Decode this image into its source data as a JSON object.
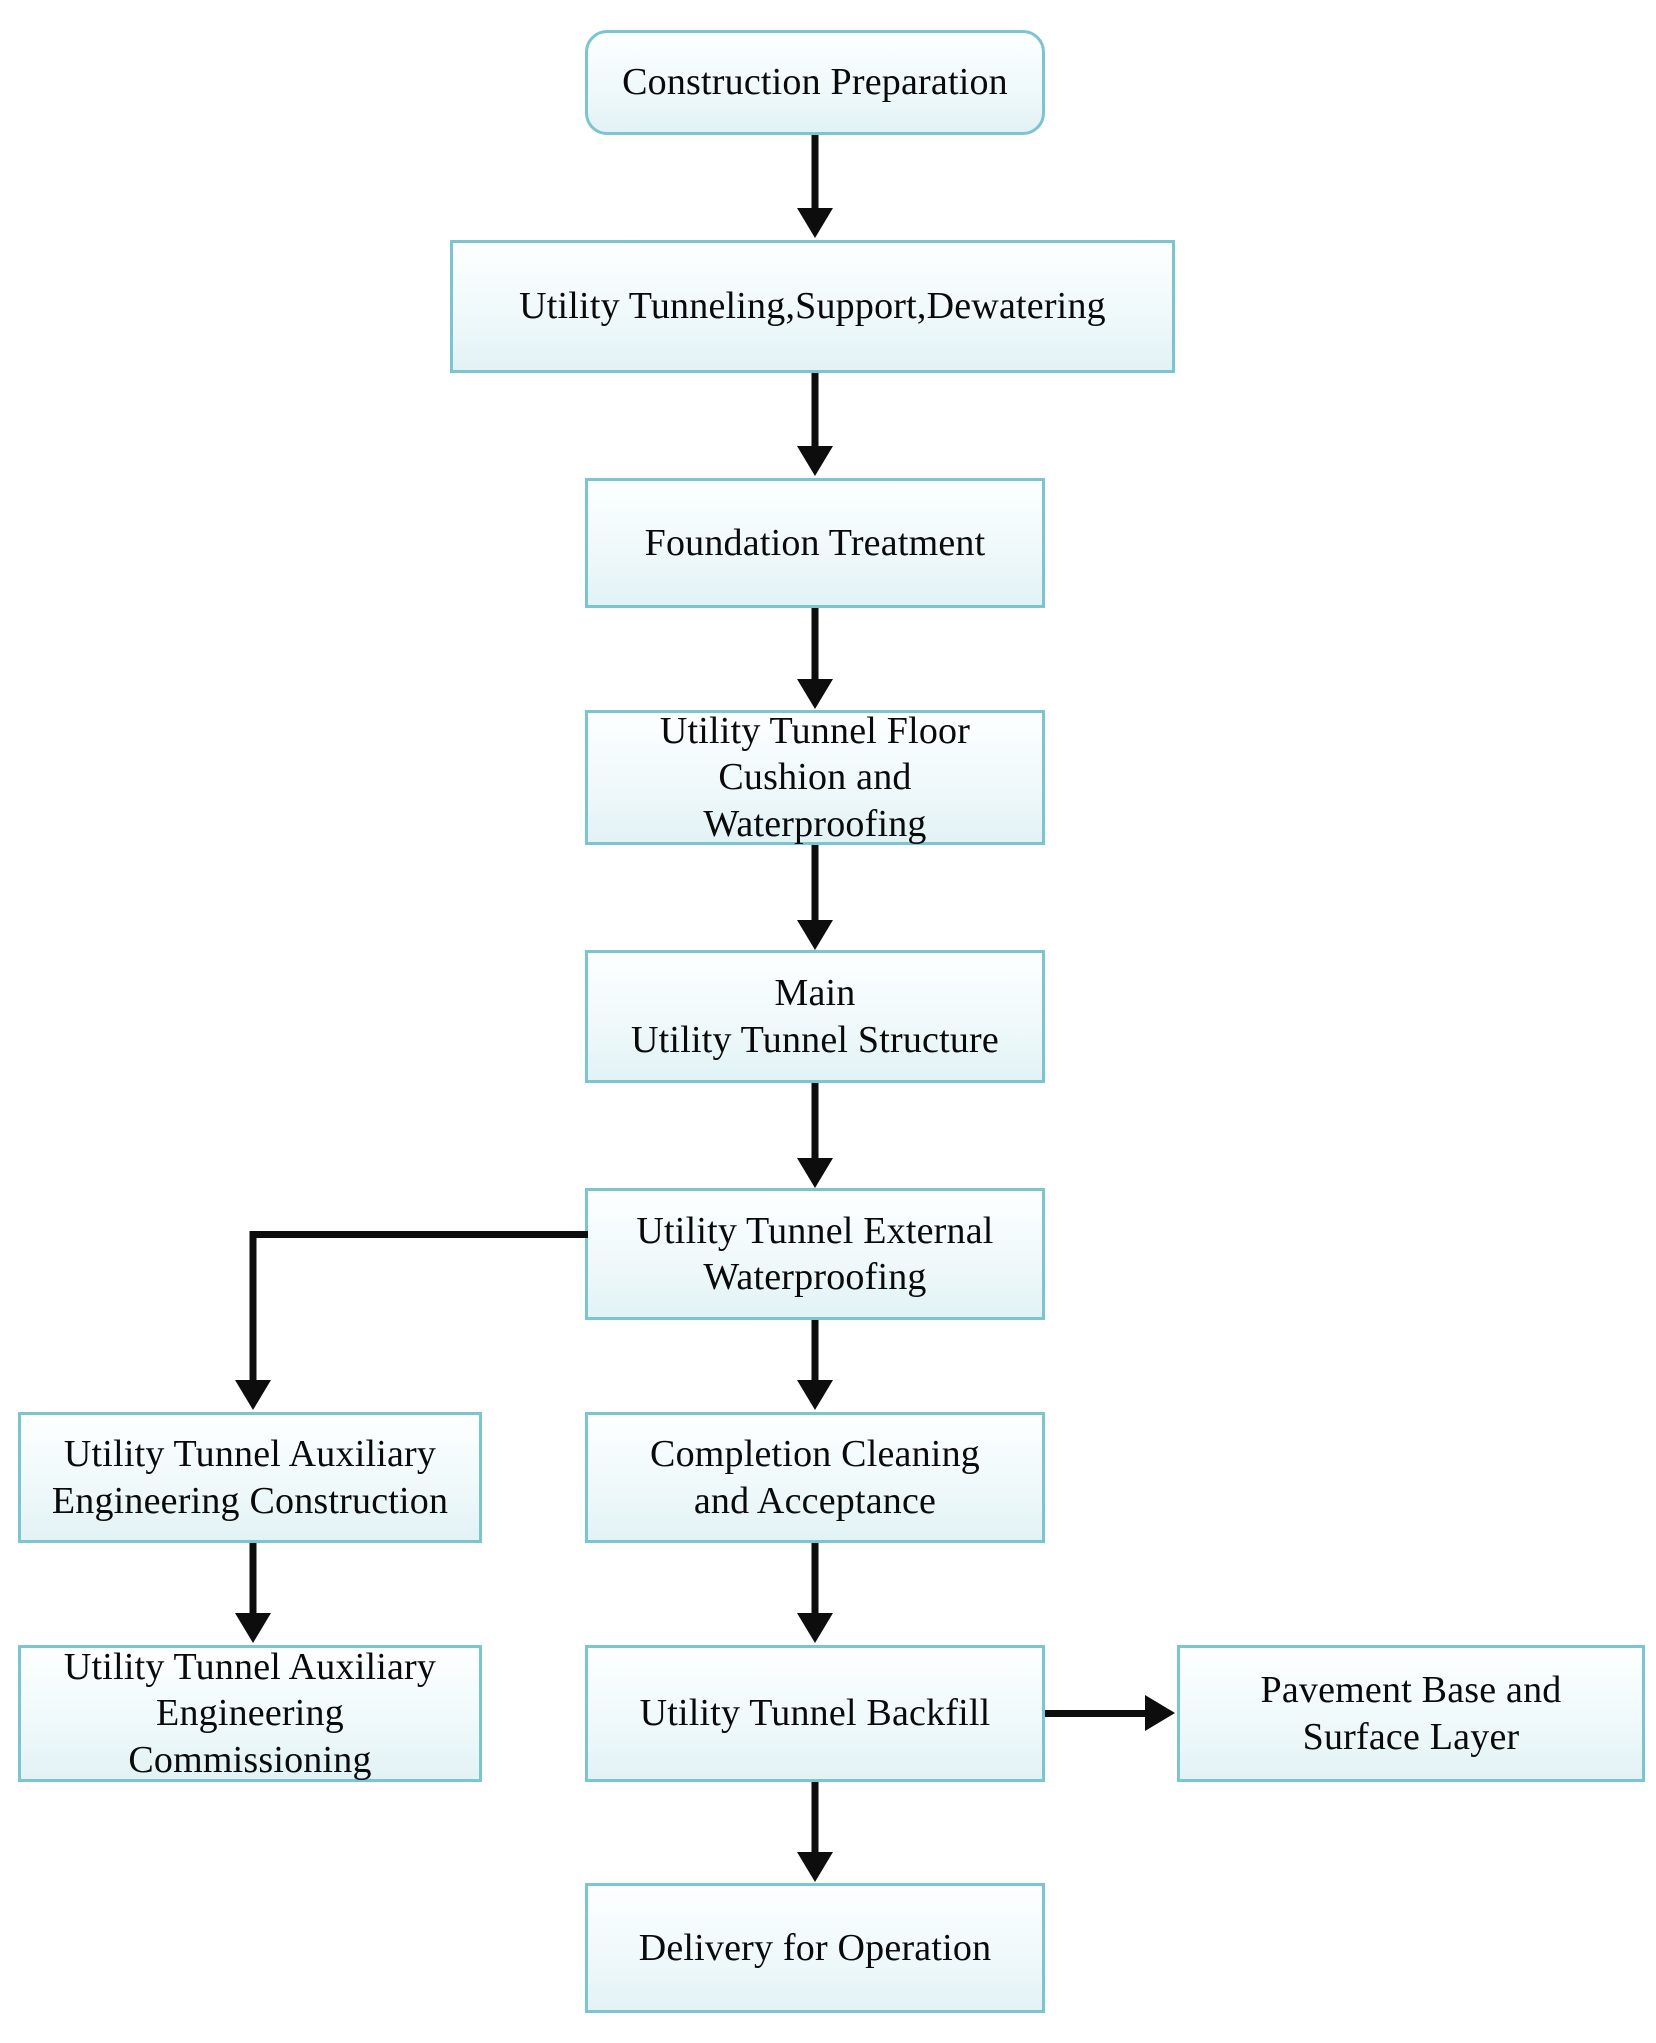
{
  "diagram": {
    "title": "Utility Tunnel Construction Process Flowchart",
    "type": "flowchart",
    "orientation": "top-to-bottom",
    "colors": {
      "node_border": "#7bc5d0",
      "node_fill_top": "#fdffff",
      "node_fill_bottom": "#e2f2f5",
      "connector": "#0d0d0d",
      "text": "#0a0a0a",
      "background": "#ffffff"
    },
    "nodes": [
      {
        "id": "n1",
        "label": "Construction Preparation",
        "shape": "rounded-rectangle"
      },
      {
        "id": "n2",
        "label": "Utility Tunneling,Support,Dewatering",
        "shape": "rectangle"
      },
      {
        "id": "n3",
        "label": "Foundation Treatment",
        "shape": "rectangle"
      },
      {
        "id": "n4",
        "label": "Utility Tunnel Floor\nCushion and\nWaterproofing",
        "shape": "rectangle"
      },
      {
        "id": "n5",
        "label": "Main\nUtility Tunnel Structure",
        "shape": "rectangle"
      },
      {
        "id": "n6",
        "label": "Utility Tunnel External\nWaterproofing",
        "shape": "rectangle"
      },
      {
        "id": "n7",
        "label": "Utility Tunnel Auxiliary\nEngineering Construction",
        "shape": "rectangle"
      },
      {
        "id": "n8",
        "label": "Completion Cleaning\nand Acceptance",
        "shape": "rectangle"
      },
      {
        "id": "n9",
        "label": "Utility Tunnel Auxiliary\nEngineering\nCommissioning",
        "shape": "rectangle"
      },
      {
        "id": "n10",
        "label": "Utility Tunnel Backfill",
        "shape": "rectangle"
      },
      {
        "id": "n11",
        "label": "Pavement Base and\nSurface Layer",
        "shape": "rectangle"
      },
      {
        "id": "n12",
        "label": "Delivery for Operation",
        "shape": "rectangle"
      }
    ],
    "edges": [
      {
        "from": "n1",
        "to": "n2",
        "style": "straight-down"
      },
      {
        "from": "n2",
        "to": "n3",
        "style": "straight-down"
      },
      {
        "from": "n3",
        "to": "n4",
        "style": "straight-down"
      },
      {
        "from": "n4",
        "to": "n5",
        "style": "straight-down"
      },
      {
        "from": "n5",
        "to": "n6",
        "style": "straight-down"
      },
      {
        "from": "n6",
        "to": "n7",
        "style": "elbow-left-down"
      },
      {
        "from": "n6",
        "to": "n8",
        "style": "straight-down"
      },
      {
        "from": "n7",
        "to": "n9",
        "style": "straight-down"
      },
      {
        "from": "n8",
        "to": "n10",
        "style": "straight-down"
      },
      {
        "from": "n10",
        "to": "n11",
        "style": "straight-right"
      },
      {
        "from": "n10",
        "to": "n12",
        "style": "straight-down"
      }
    ]
  }
}
